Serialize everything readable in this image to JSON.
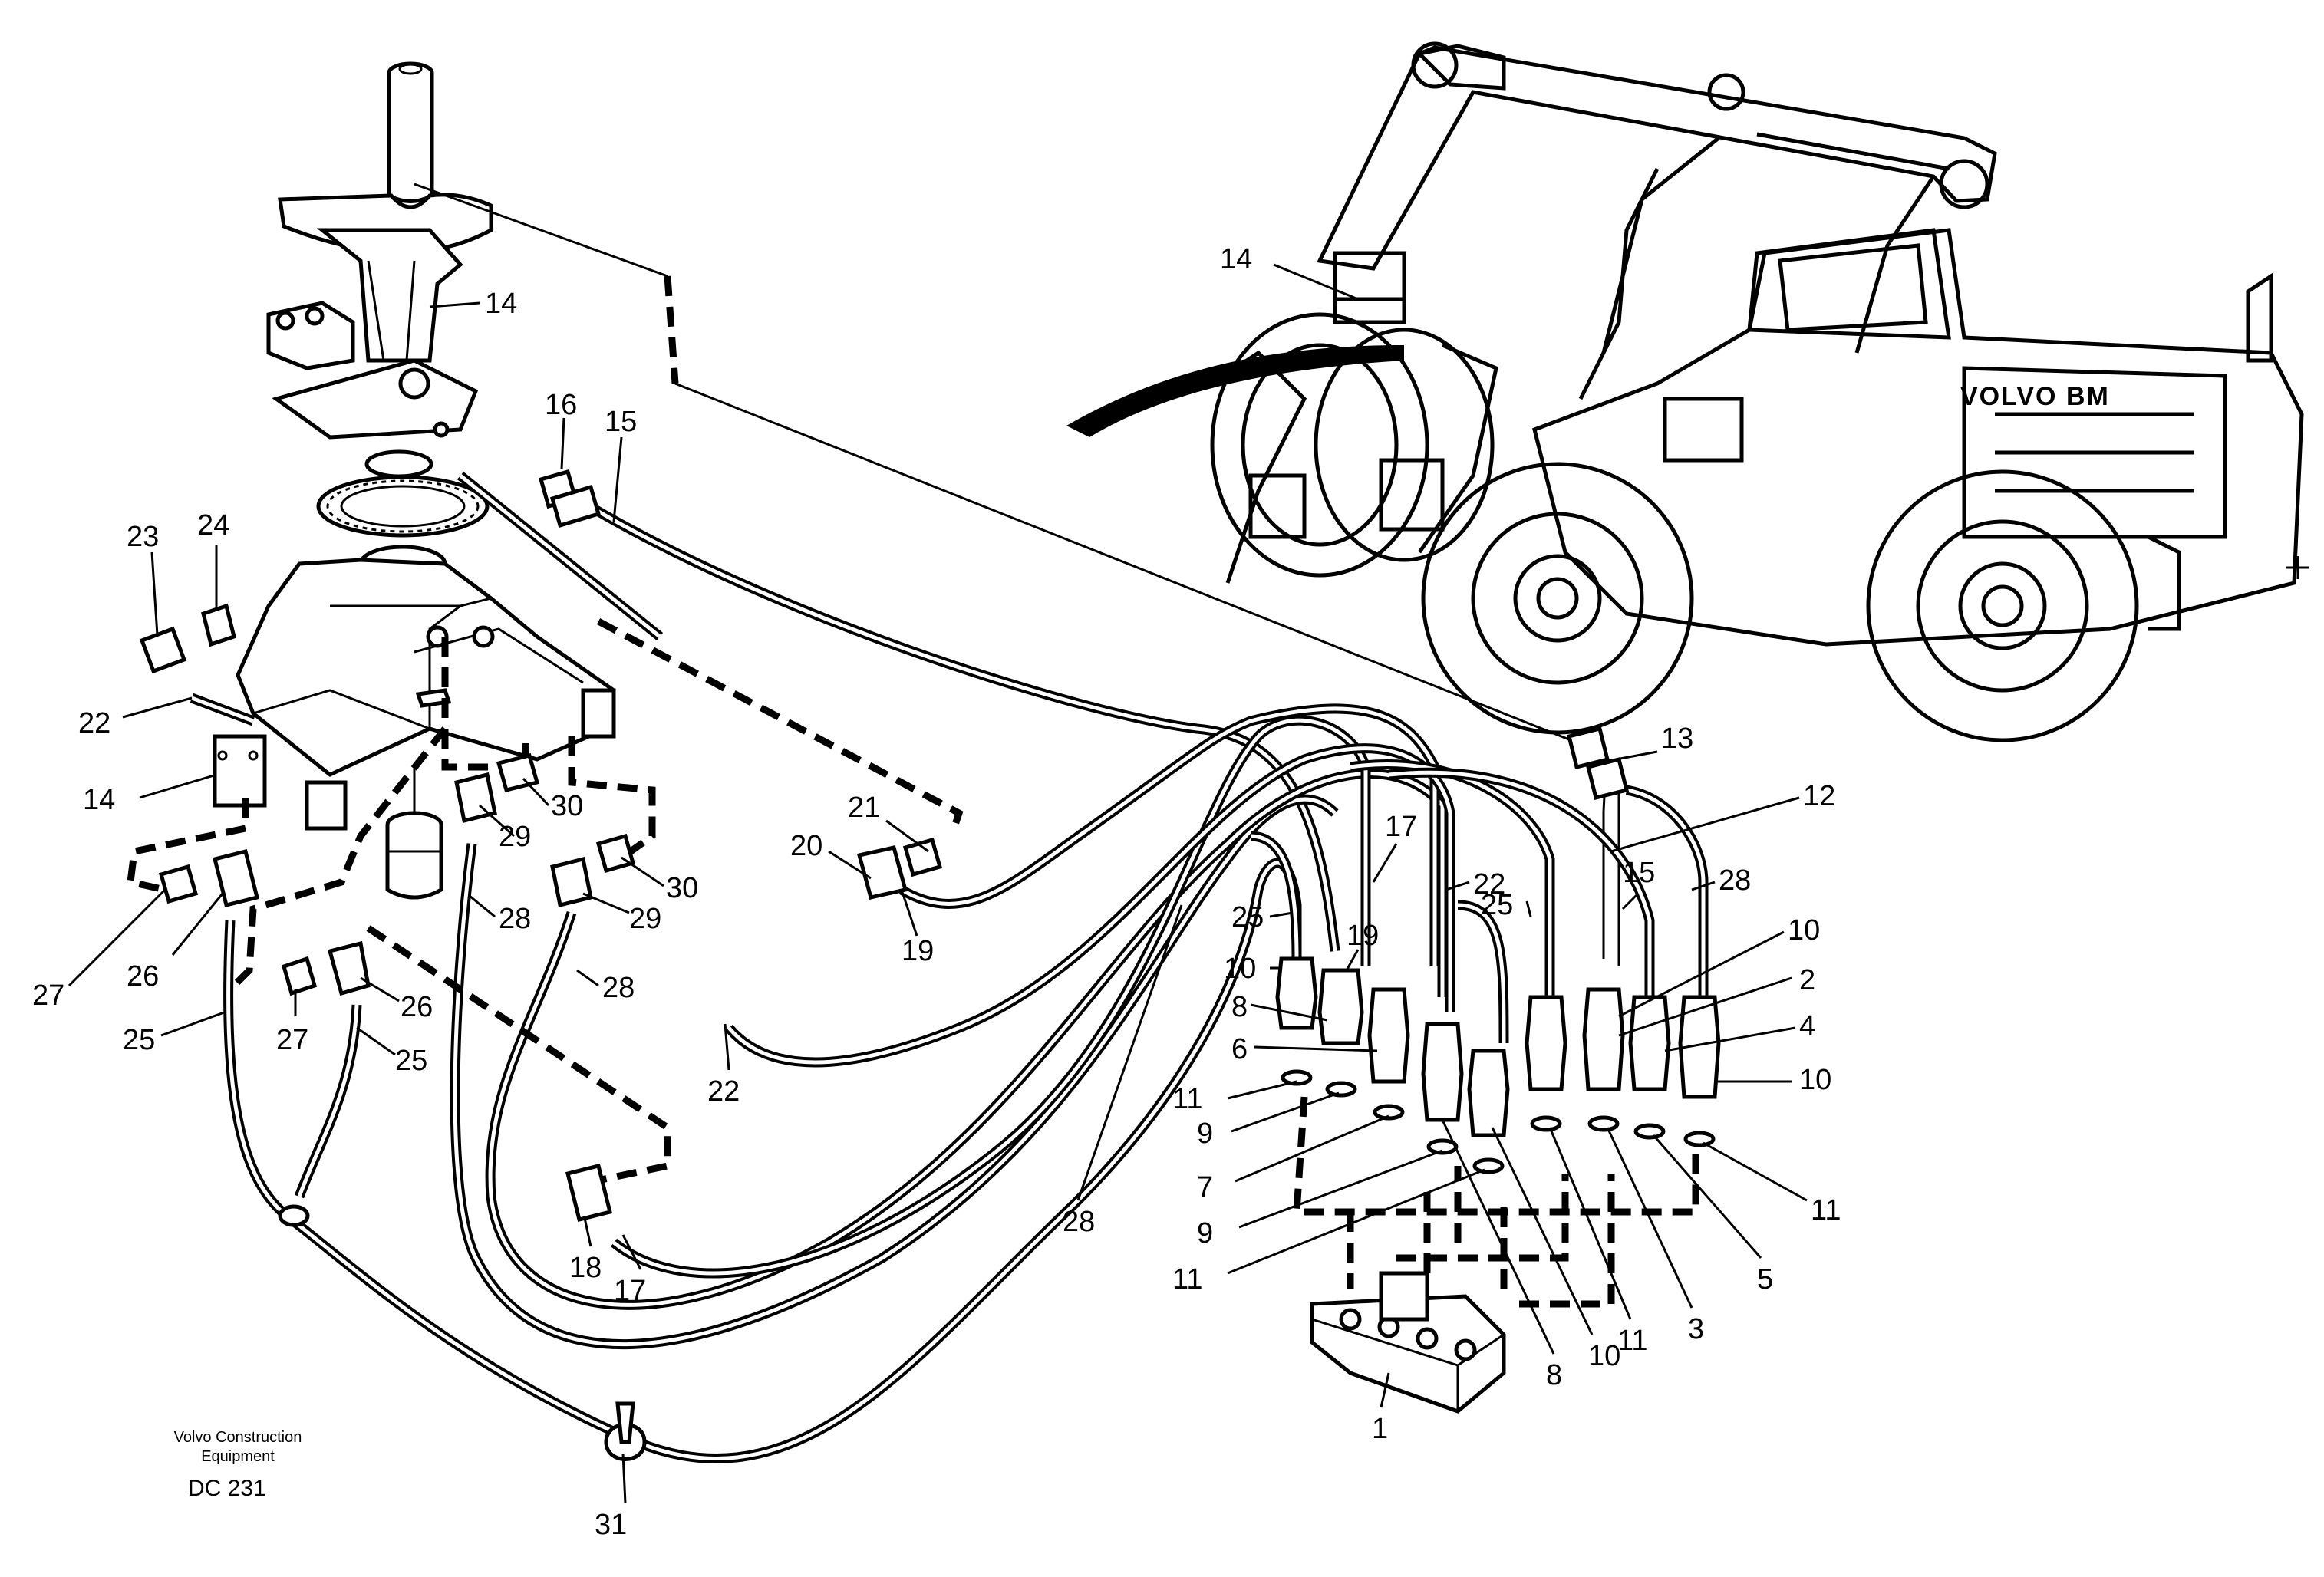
{
  "footer": {
    "publisher_line1": "Volvo Construction",
    "publisher_line2": "Equipment",
    "code": "DC 231"
  },
  "machine": {
    "brand_label": "VOLVO BM"
  },
  "callouts": [
    {
      "id": "c14a",
      "text": "14"
    },
    {
      "id": "c16",
      "text": "16"
    },
    {
      "id": "c15a",
      "text": "15"
    },
    {
      "id": "c23",
      "text": "23"
    },
    {
      "id": "c24",
      "text": "24"
    },
    {
      "id": "c22a",
      "text": "22"
    },
    {
      "id": "c14b",
      "text": "14"
    },
    {
      "id": "c29a",
      "text": "29"
    },
    {
      "id": "c30a",
      "text": "30"
    },
    {
      "id": "c29b",
      "text": "29"
    },
    {
      "id": "c30b",
      "text": "30"
    },
    {
      "id": "c28a",
      "text": "28"
    },
    {
      "id": "c28b",
      "text": "28"
    },
    {
      "id": "c27a",
      "text": "27"
    },
    {
      "id": "c26a",
      "text": "26"
    },
    {
      "id": "c25a",
      "text": "25"
    },
    {
      "id": "c27b",
      "text": "27"
    },
    {
      "id": "c26b",
      "text": "26"
    },
    {
      "id": "c25b",
      "text": "25"
    },
    {
      "id": "c21",
      "text": "21"
    },
    {
      "id": "c20",
      "text": "20"
    },
    {
      "id": "c19a",
      "text": "19"
    },
    {
      "id": "c22b",
      "text": "22"
    },
    {
      "id": "c18",
      "text": "18"
    },
    {
      "id": "c17a",
      "text": "17"
    },
    {
      "id": "c28c",
      "text": "28"
    },
    {
      "id": "c31",
      "text": "31"
    },
    {
      "id": "c14c",
      "text": "14"
    },
    {
      "id": "c13",
      "text": "13"
    },
    {
      "id": "c12",
      "text": "12"
    },
    {
      "id": "c17b",
      "text": "17"
    },
    {
      "id": "c22c",
      "text": "22"
    },
    {
      "id": "c15b",
      "text": "15"
    },
    {
      "id": "c28d",
      "text": "28"
    },
    {
      "id": "c25c",
      "text": "25"
    },
    {
      "id": "c19b",
      "text": "19"
    },
    {
      "id": "c25d",
      "text": "25"
    },
    {
      "id": "c10a",
      "text": "10"
    },
    {
      "id": "c10b",
      "text": "10"
    },
    {
      "id": "c8a",
      "text": "8"
    },
    {
      "id": "c2",
      "text": "2"
    },
    {
      "id": "c6",
      "text": "6"
    },
    {
      "id": "c4",
      "text": "4"
    },
    {
      "id": "c10c",
      "text": "10"
    },
    {
      "id": "c11a",
      "text": "11"
    },
    {
      "id": "c9a",
      "text": "9"
    },
    {
      "id": "c7",
      "text": "7"
    },
    {
      "id": "c9b",
      "text": "9"
    },
    {
      "id": "c11b",
      "text": "11"
    },
    {
      "id": "c11c",
      "text": "11"
    },
    {
      "id": "c5",
      "text": "5"
    },
    {
      "id": "c3",
      "text": "3"
    },
    {
      "id": "c11d",
      "text": "11"
    },
    {
      "id": "c10d",
      "text": "10"
    },
    {
      "id": "c8b",
      "text": "8"
    },
    {
      "id": "c1",
      "text": "1"
    }
  ]
}
